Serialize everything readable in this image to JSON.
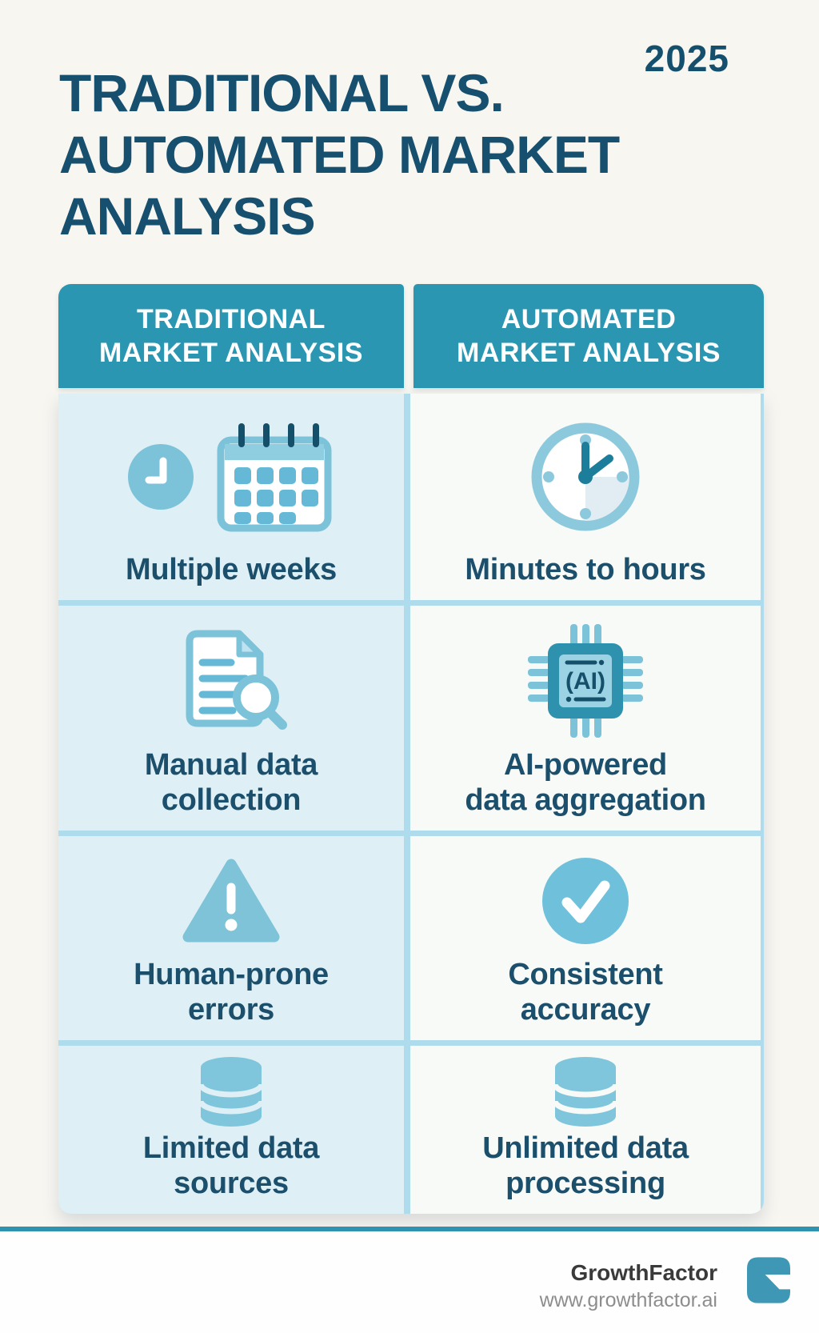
{
  "year": "2025",
  "title": {
    "lines": [
      "TRADITIONAL VS.",
      "AUTOMATED MARKET",
      "ANALYSIS"
    ]
  },
  "table": {
    "headers": {
      "traditional": {
        "lines": [
          "TRADITIONAL",
          "MARKET ANALYSIS"
        ]
      },
      "automated": {
        "lines": [
          "AUTOMATED",
          "MARKET ANALYSIS"
        ]
      }
    },
    "rows": [
      {
        "traditional": {
          "icon": "clock-and-calendar",
          "lines": [
            "Multiple weeks"
          ]
        },
        "automated": {
          "icon": "clock",
          "lines": [
            "Minutes to hours"
          ]
        }
      },
      {
        "traditional": {
          "icon": "document-search",
          "lines": [
            "Manual data",
            "collection"
          ]
        },
        "automated": {
          "icon": "ai-chip",
          "lines": [
            "AI-powered",
            "data aggregation"
          ]
        }
      },
      {
        "traditional": {
          "icon": "warning-triangle",
          "lines": [
            "Human-prone",
            "errors"
          ]
        },
        "automated": {
          "icon": "check-circle",
          "lines": [
            "Consistent",
            "accuracy"
          ]
        }
      },
      {
        "traditional": {
          "icon": "database",
          "lines": [
            "Limited data",
            "sources"
          ]
        },
        "automated": {
          "icon": "database",
          "lines": [
            "Unlimited data",
            "processing"
          ]
        }
      }
    ],
    "ai_chip_text": "(AI)"
  },
  "footer": {
    "brand": "GrowthFactor",
    "website": "www.growthfactor.ai"
  },
  "colors": {
    "page_background": "#f8f6f1",
    "header_teal": "#2a96b2",
    "title_text": "#17506f",
    "cell_text": "#1c4f6b",
    "traditional_cell_bg": "#def0f5",
    "automated_cell_bg": "#f8faf7",
    "divider": "#aedcec",
    "icon_light_blue": "#7cc3da",
    "icon_dark_teal": "#15506b",
    "footer_rule": "#2e93b0",
    "logo_teal": "#3e97b4"
  }
}
